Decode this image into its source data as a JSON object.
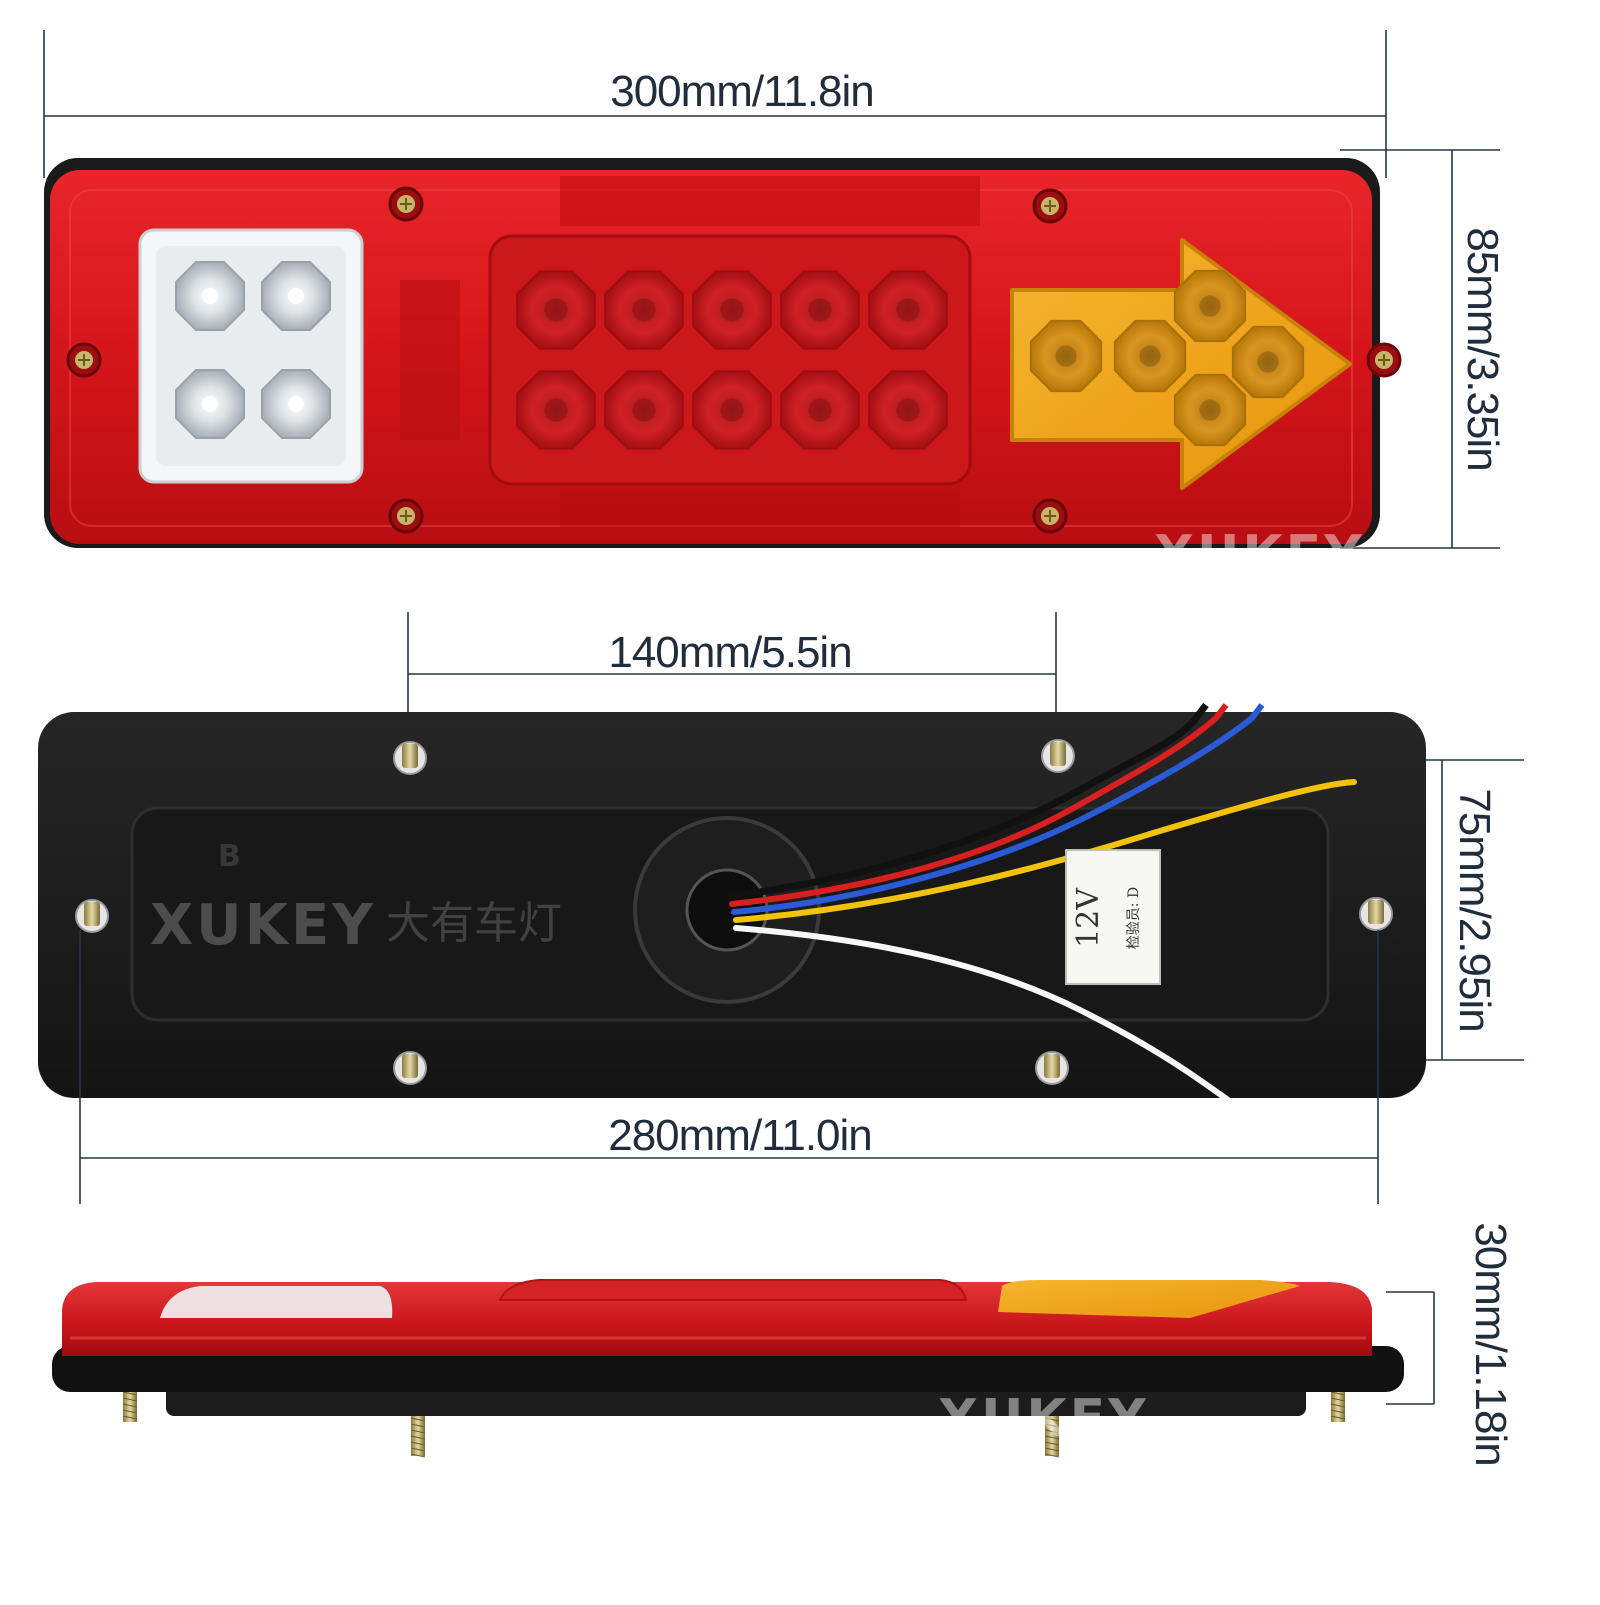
{
  "dimensions": {
    "length_front": "300mm/11.8in",
    "height_front": "85mm/3.35in",
    "bolt_spacing_top": "140mm/5.5in",
    "base_height": "75mm/2.95in",
    "bolt_spacing_side": "280mm/11.0in",
    "depth": "30mm/1.18in"
  },
  "watermark": {
    "brand": "XUKEY"
  },
  "back_panel": {
    "molded_text": "大有车灯",
    "molded_mark": "B"
  },
  "label": {
    "voltage": "12V",
    "inspector": "检验员: D"
  },
  "colors": {
    "lens_red": "#d8171b",
    "lens_amber": "#f2a20c",
    "lens_white": "#f2f4f5",
    "housing_black": "#1c1c1c",
    "dimension_line": "#22364a"
  },
  "wires": [
    "red",
    "black",
    "blue",
    "yellow",
    "white"
  ]
}
